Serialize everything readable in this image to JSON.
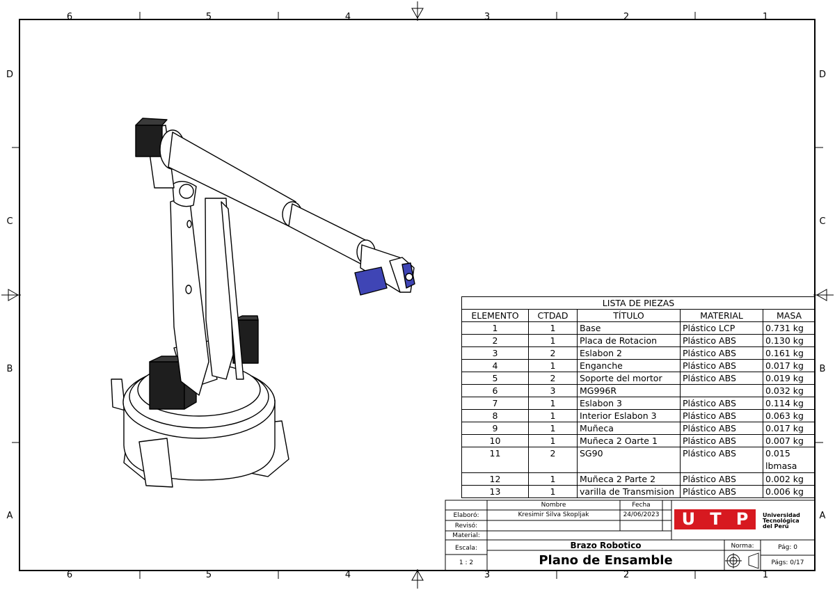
{
  "zones": {
    "columns": [
      "6",
      "5",
      "4",
      "3",
      "2",
      "1"
    ],
    "rows": [
      "D",
      "C",
      "B",
      "A"
    ]
  },
  "parts_list": {
    "title": "LISTA DE PIEZAS",
    "headers": [
      "ELEMENTO",
      "CTDAD",
      "TÍTULO",
      "MATERIAL",
      "MASA"
    ],
    "rows": [
      [
        "1",
        "1",
        "Base",
        "Plástico LCP",
        "0.731 kg"
      ],
      [
        "2",
        "1",
        "Placa de Rotacion",
        "Plástico ABS",
        "0.130 kg"
      ],
      [
        "3",
        "2",
        "Eslabon 2",
        "Plástico ABS",
        "0.161 kg"
      ],
      [
        "4",
        "1",
        "Enganche",
        "Plástico ABS",
        "0.017 kg"
      ],
      [
        "5",
        "2",
        "Soporte del mortor",
        "Plástico ABS",
        "0.019 kg"
      ],
      [
        "6",
        "3",
        "MG996R",
        "",
        "0.032 kg"
      ],
      [
        "7",
        "1",
        "Eslabon 3",
        "Plástico ABS",
        "0.114 kg"
      ],
      [
        "8",
        "1",
        "Interior Eslabon 3",
        "Plástico ABS",
        "0.063 kg"
      ],
      [
        "9",
        "1",
        "Muñeca",
        "Plástico ABS",
        "0.017 kg"
      ],
      [
        "10",
        "1",
        "Muñeca 2 Oarte 1",
        "Plástico ABS",
        "0.007 kg"
      ],
      [
        "11",
        "2",
        "SG90",
        "Plástico ABS",
        "0.015 lbmasa"
      ],
      [
        "12",
        "1",
        "Muñeca 2 Parte 2",
        "Plástico ABS",
        "0.002 kg"
      ],
      [
        "13",
        "1",
        "varilla de Transmision",
        "Plástico ABS",
        "0.006 kg"
      ]
    ]
  },
  "title_block": {
    "col_nombre": "Nombre",
    "col_fecha": "Fecha",
    "elaboro_label": "Elaboró:",
    "elaboro_name": "Kresimir Silva Skopljak",
    "elaboro_date": "24/06/2023",
    "reviso_label": "Revisó:",
    "material_label": "Material:",
    "escala_label": "Escala:",
    "escala_value": "1 : 2",
    "project": "Brazo Robotico",
    "drawing_title": "Plano de Ensamble",
    "norma_label": "Norma:",
    "pag_label": "Pág: 0",
    "pags_label": "Págs: 0/17",
    "logo_letters": [
      "U",
      "T",
      "P"
    ],
    "university": [
      "Universidad",
      "Tecnológica",
      "del Perú"
    ]
  },
  "colors": {
    "servo_blue": "#3f45b5",
    "servo_black": "#1e1e1e",
    "logo_red": "#d71920"
  }
}
